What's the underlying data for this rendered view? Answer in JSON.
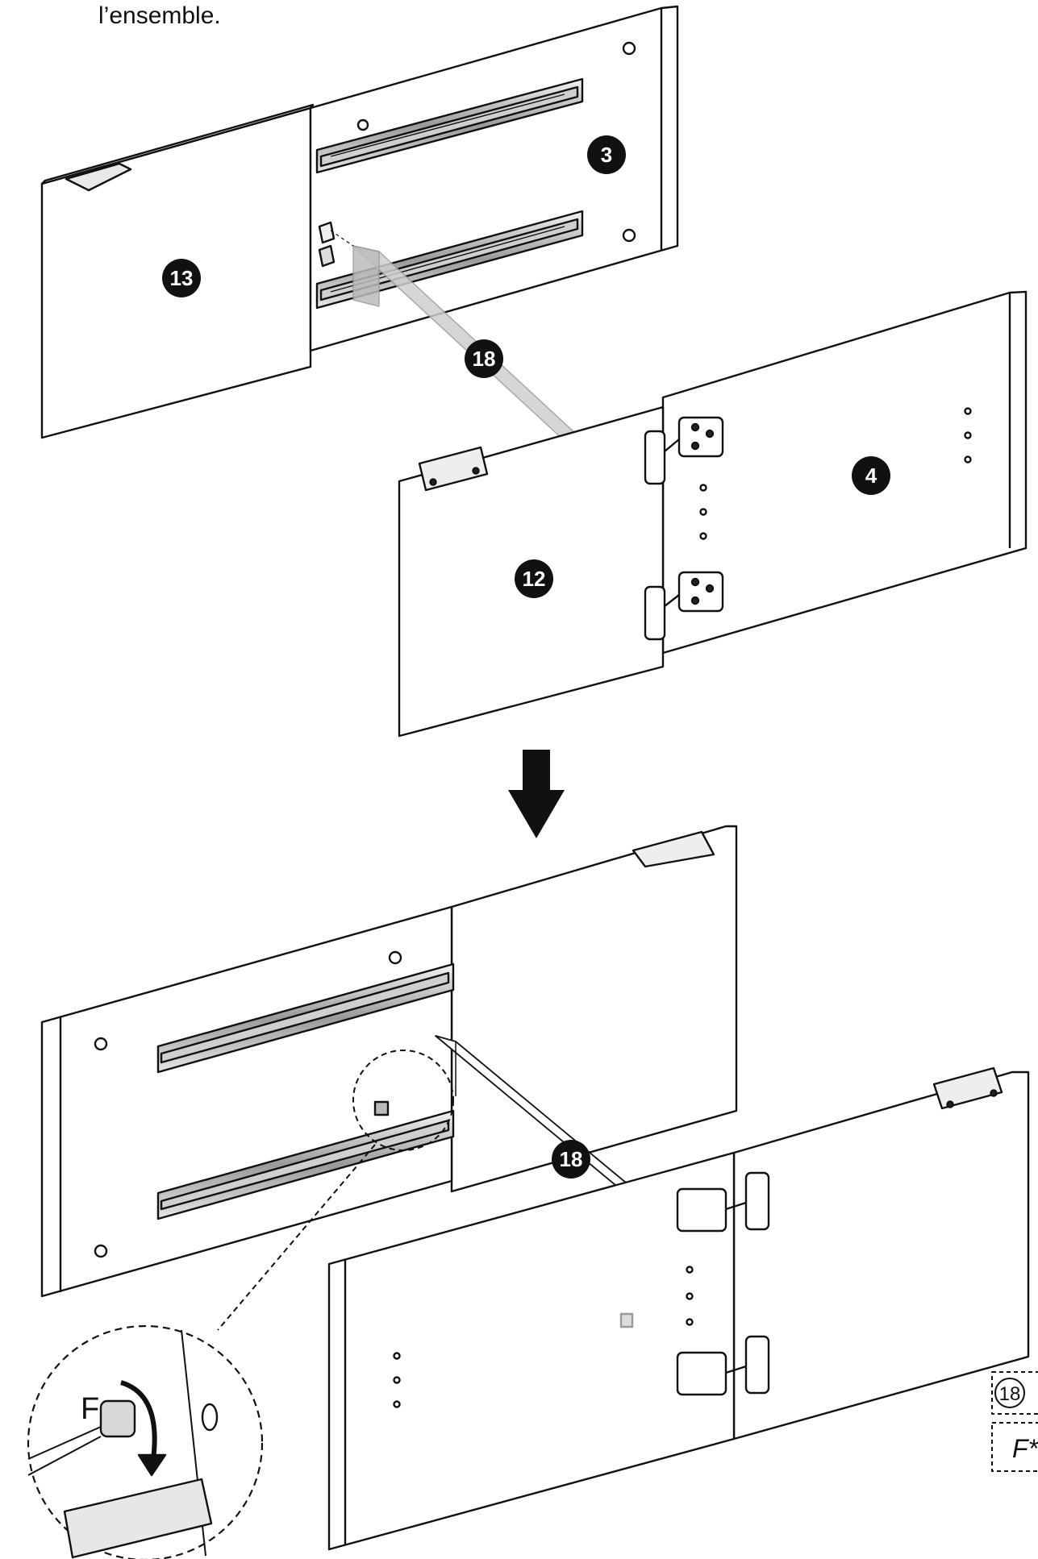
{
  "instruction": {
    "text": "l’ensemble."
  },
  "parts": {
    "p3": "3",
    "p4": "4",
    "p12": "12",
    "p13": "13",
    "p18_top": "18",
    "p18_bottom": "18",
    "p18_legend": "18"
  },
  "fitting_label": "F",
  "legend_f_label": "F*",
  "icons": {
    "arrow": "down-arrow-icon"
  }
}
